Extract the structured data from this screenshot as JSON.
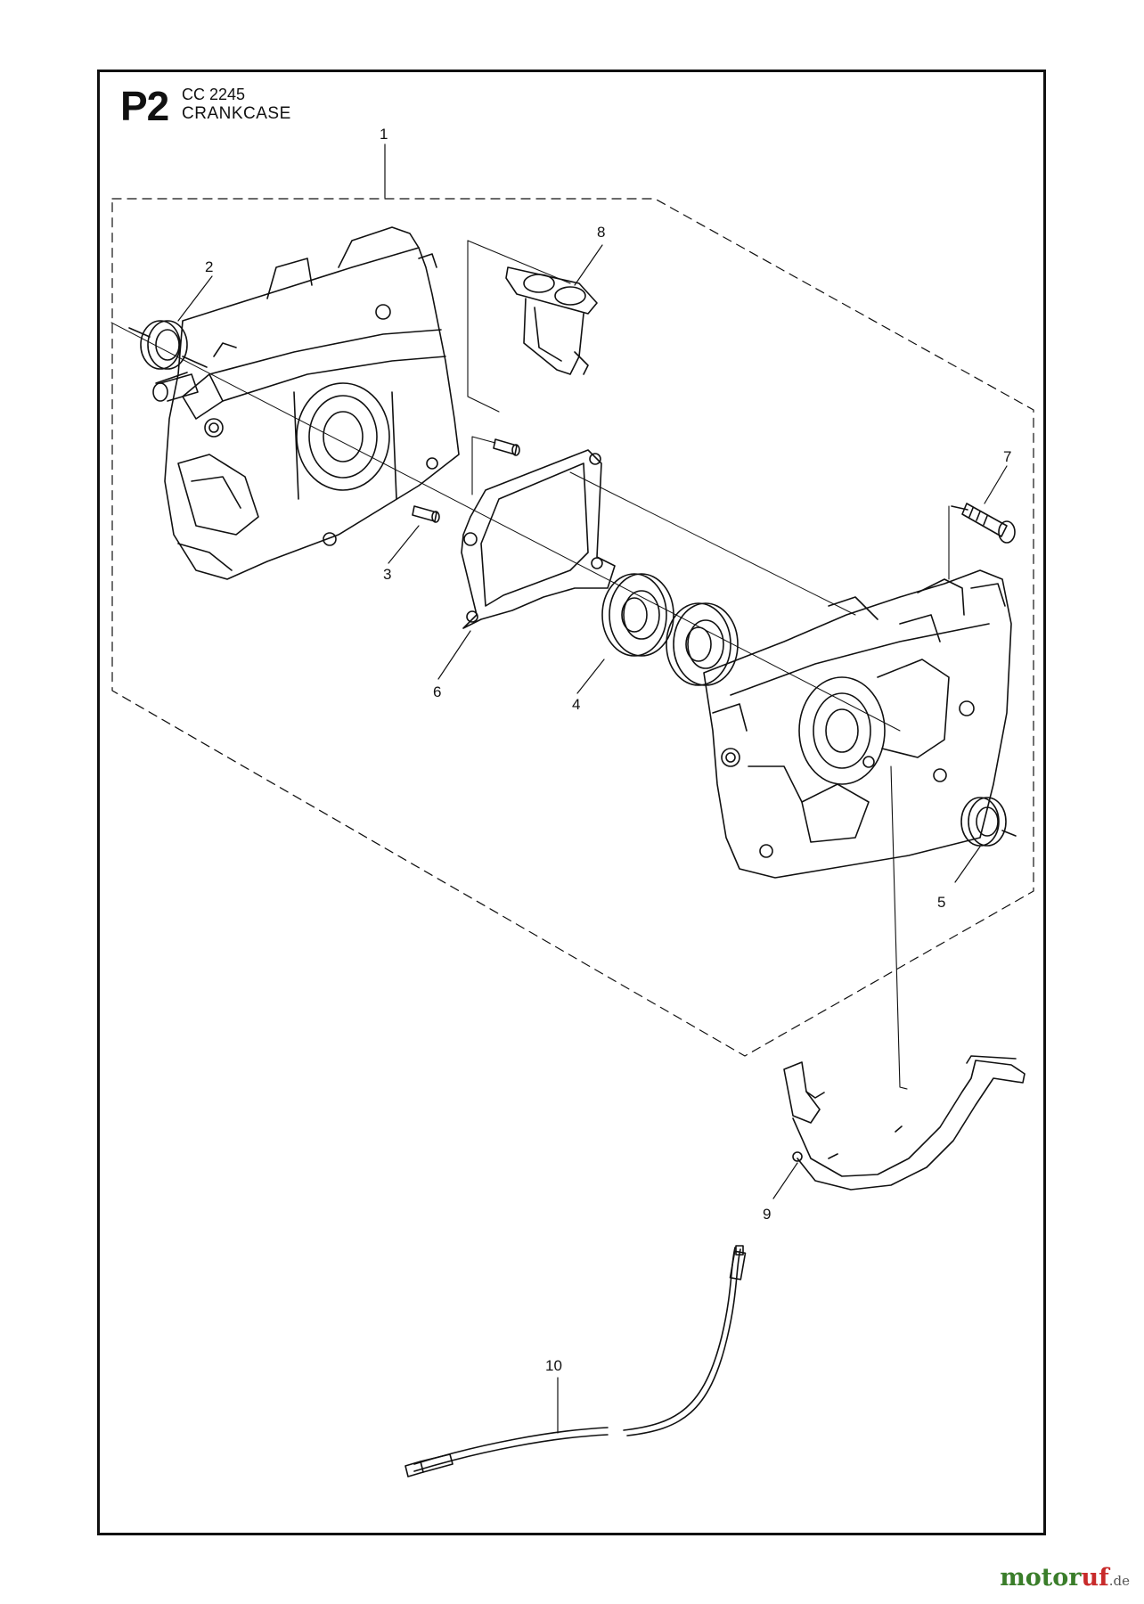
{
  "header": {
    "page_code": "P2",
    "model": "CC 2245",
    "title": "CRANKCASE"
  },
  "callouts": [
    "1",
    "2",
    "3",
    "4",
    "5",
    "6",
    "7",
    "8",
    "9",
    "10"
  ],
  "watermark": {
    "part1": "motor",
    "part2": "uf",
    "suffix": ".de"
  },
  "colors": {
    "line": "#111111",
    "brand_green": "#3a7d2a",
    "brand_red": "#c82a2a"
  }
}
